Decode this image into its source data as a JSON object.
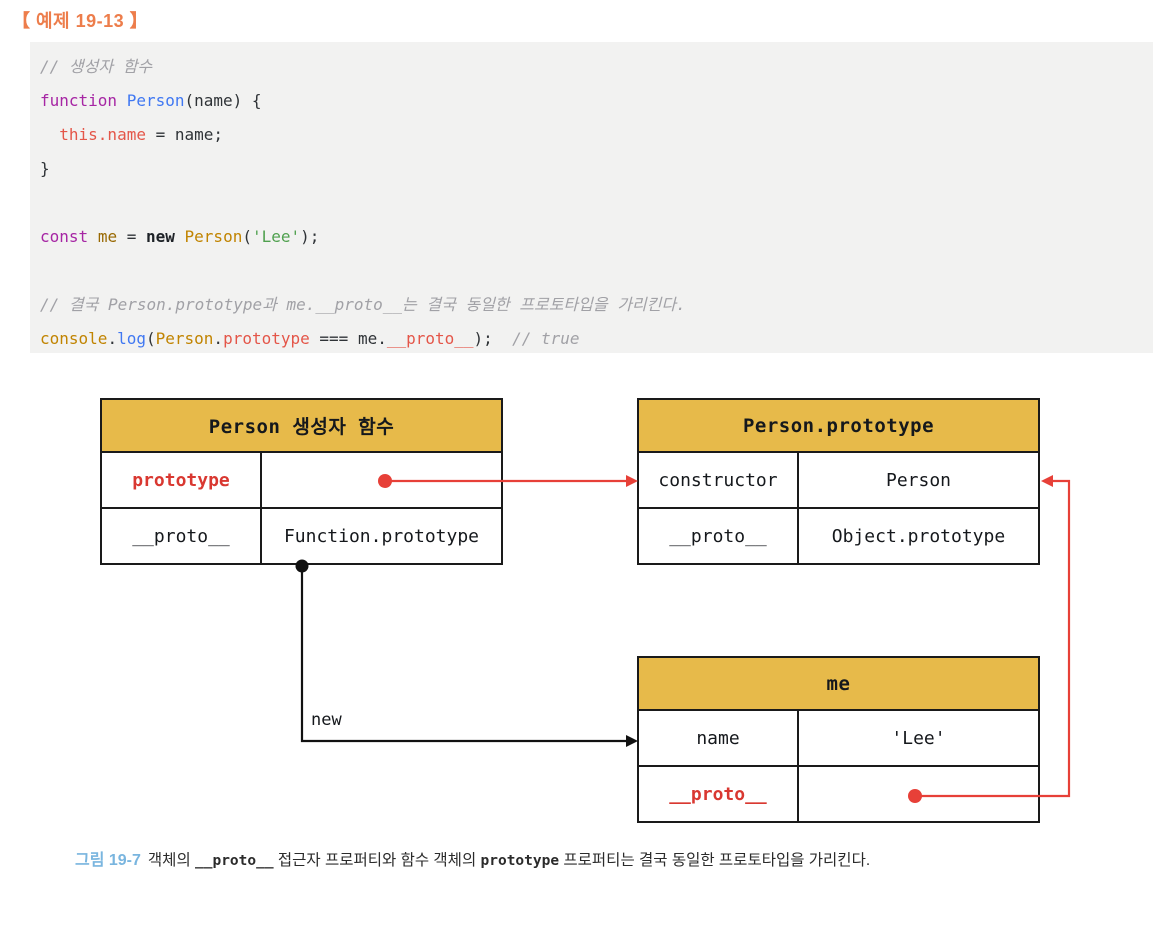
{
  "example_label": "【 예제 19-13 】",
  "colors": {
    "example_label_orange": "#ED7D4B",
    "code_background": "#F2F2F1",
    "table_header_yellow": "#E7BA4A",
    "table_border_black": "#1A1A1A",
    "diagram_arrow_red": "#E74038",
    "diagram_red_text": "#D93831",
    "caption_label_blue": "#79B5DF",
    "syntax": {
      "keyword_purple": "#A626A4",
      "function_blue": "#4078F2",
      "property_red": "#E45649",
      "variable_brown": "#986801",
      "class_gold": "#C18401",
      "string_green": "#50A14F",
      "comment_gray": "#A1A1A6",
      "plain": "#2F3337"
    }
  },
  "code": {
    "lines": [
      [
        {
          "t": "// 생성자 함수",
          "c": "cm"
        }
      ],
      [
        {
          "t": "function",
          "c": "kw"
        },
        {
          "t": " ",
          "c": "pl"
        },
        {
          "t": "Person",
          "c": "fn"
        },
        {
          "t": "(name) {",
          "c": "pl"
        }
      ],
      [
        {
          "t": "  ",
          "c": "pl"
        },
        {
          "t": "this.name",
          "c": "vr"
        },
        {
          "t": " = name;",
          "c": "pl"
        }
      ],
      [
        {
          "t": "}",
          "c": "pl"
        }
      ],
      [],
      [
        {
          "t": "const",
          "c": "kw"
        },
        {
          "t": " ",
          "c": "pl"
        },
        {
          "t": "me",
          "c": "cb"
        },
        {
          "t": " = ",
          "c": "pl"
        },
        {
          "t": "new",
          "c": "kwb"
        },
        {
          "t": " ",
          "c": "pl"
        },
        {
          "t": "Person",
          "c": "cg"
        },
        {
          "t": "(",
          "c": "pl"
        },
        {
          "t": "'Lee'",
          "c": "st"
        },
        {
          "t": ");",
          "c": "pl"
        }
      ],
      [],
      [
        {
          "t": "// 결국 Person.prototype과 me.__proto__는 결국 동일한 프로토타입을 가리킨다.",
          "c": "cm"
        }
      ],
      [
        {
          "t": "console",
          "c": "cg"
        },
        {
          "t": ".",
          "c": "pl"
        },
        {
          "t": "log",
          "c": "fn"
        },
        {
          "t": "(",
          "c": "pl"
        },
        {
          "t": "Person",
          "c": "cg"
        },
        {
          "t": ".",
          "c": "pl"
        },
        {
          "t": "prototype",
          "c": "vr"
        },
        {
          "t": " === ",
          "c": "pl"
        },
        {
          "t": "me",
          "c": "pl"
        },
        {
          "t": ".",
          "c": "pl"
        },
        {
          "t": "__proto__",
          "c": "vr"
        },
        {
          "t": ");",
          "c": "pl"
        },
        {
          "t": "  ",
          "c": "pl"
        },
        {
          "t": "// true",
          "c": "cm"
        }
      ]
    ]
  },
  "diagram": {
    "person_table": {
      "title": "Person 생성자 함수",
      "rows": [
        [
          "prototype",
          ""
        ],
        [
          "__proto__",
          "Function.prototype"
        ]
      ]
    },
    "prototype_table": {
      "title": "Person.prototype",
      "rows": [
        [
          "constructor",
          "Person"
        ],
        [
          "__proto__",
          "Object.prototype"
        ]
      ]
    },
    "me_table": {
      "title": "me",
      "rows": [
        [
          "name",
          "'Lee'"
        ],
        [
          "__proto__",
          ""
        ]
      ]
    },
    "new_label": "new"
  },
  "caption": {
    "figure_label": "그림 19-7",
    "segments": [
      {
        "t": "객체의 ",
        "c": "txt"
      },
      {
        "t": "__proto__",
        "c": "mono"
      },
      {
        "t": " 접근자 프로퍼티와 함수 객체의 ",
        "c": "txt"
      },
      {
        "t": "prototype",
        "c": "mono"
      },
      {
        "t": " 프로퍼티는 결국 동일한 프로토타입을 가리킨다.",
        "c": "txt"
      }
    ]
  }
}
